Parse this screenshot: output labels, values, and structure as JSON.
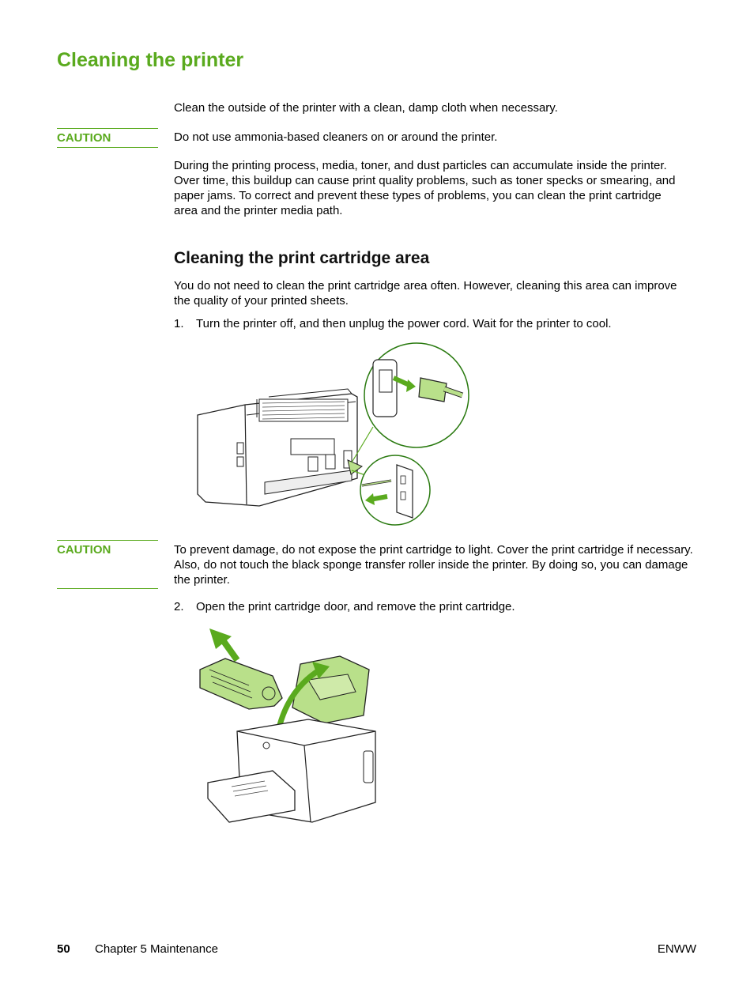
{
  "page": {
    "title": "Cleaning the printer",
    "intro": "Clean the outside of the printer with a clean, damp cloth when necessary.",
    "caution1": {
      "label": "CAUTION",
      "text": "Do not use ammonia-based cleaners on or around the printer."
    },
    "para2": "During the printing process, media, toner, and dust particles can accumulate inside the printer. Over time, this buildup can cause print quality problems, such as toner specks or smearing, and paper jams. To correct and prevent these types of problems, you can clean the print cartridge area and the printer media path.",
    "section": {
      "title": "Cleaning the print cartridge area",
      "para": "You do not need to clean the print cartridge area often. However, cleaning this area can improve the quality of your printed sheets."
    },
    "step1": {
      "num": "1.",
      "text": "Turn the printer off, and then unplug the power cord. Wait for the printer to cool."
    },
    "caution2": {
      "label": "CAUTION",
      "text": "To prevent damage, do not expose the print cartridge to light. Cover the print cartridge if necessary. Also, do not touch the black sponge transfer roller inside the printer. By doing so, you can damage the printer."
    },
    "step2": {
      "num": "2.",
      "text": "Open the print cartridge door, and remove the print cartridge."
    }
  },
  "footer": {
    "page_number": "50",
    "chapter": "Chapter 5  Maintenance",
    "right": "ENWW"
  },
  "colors": {
    "accent": "#5aaa1e",
    "illustration_fill": "#b9e08a"
  }
}
